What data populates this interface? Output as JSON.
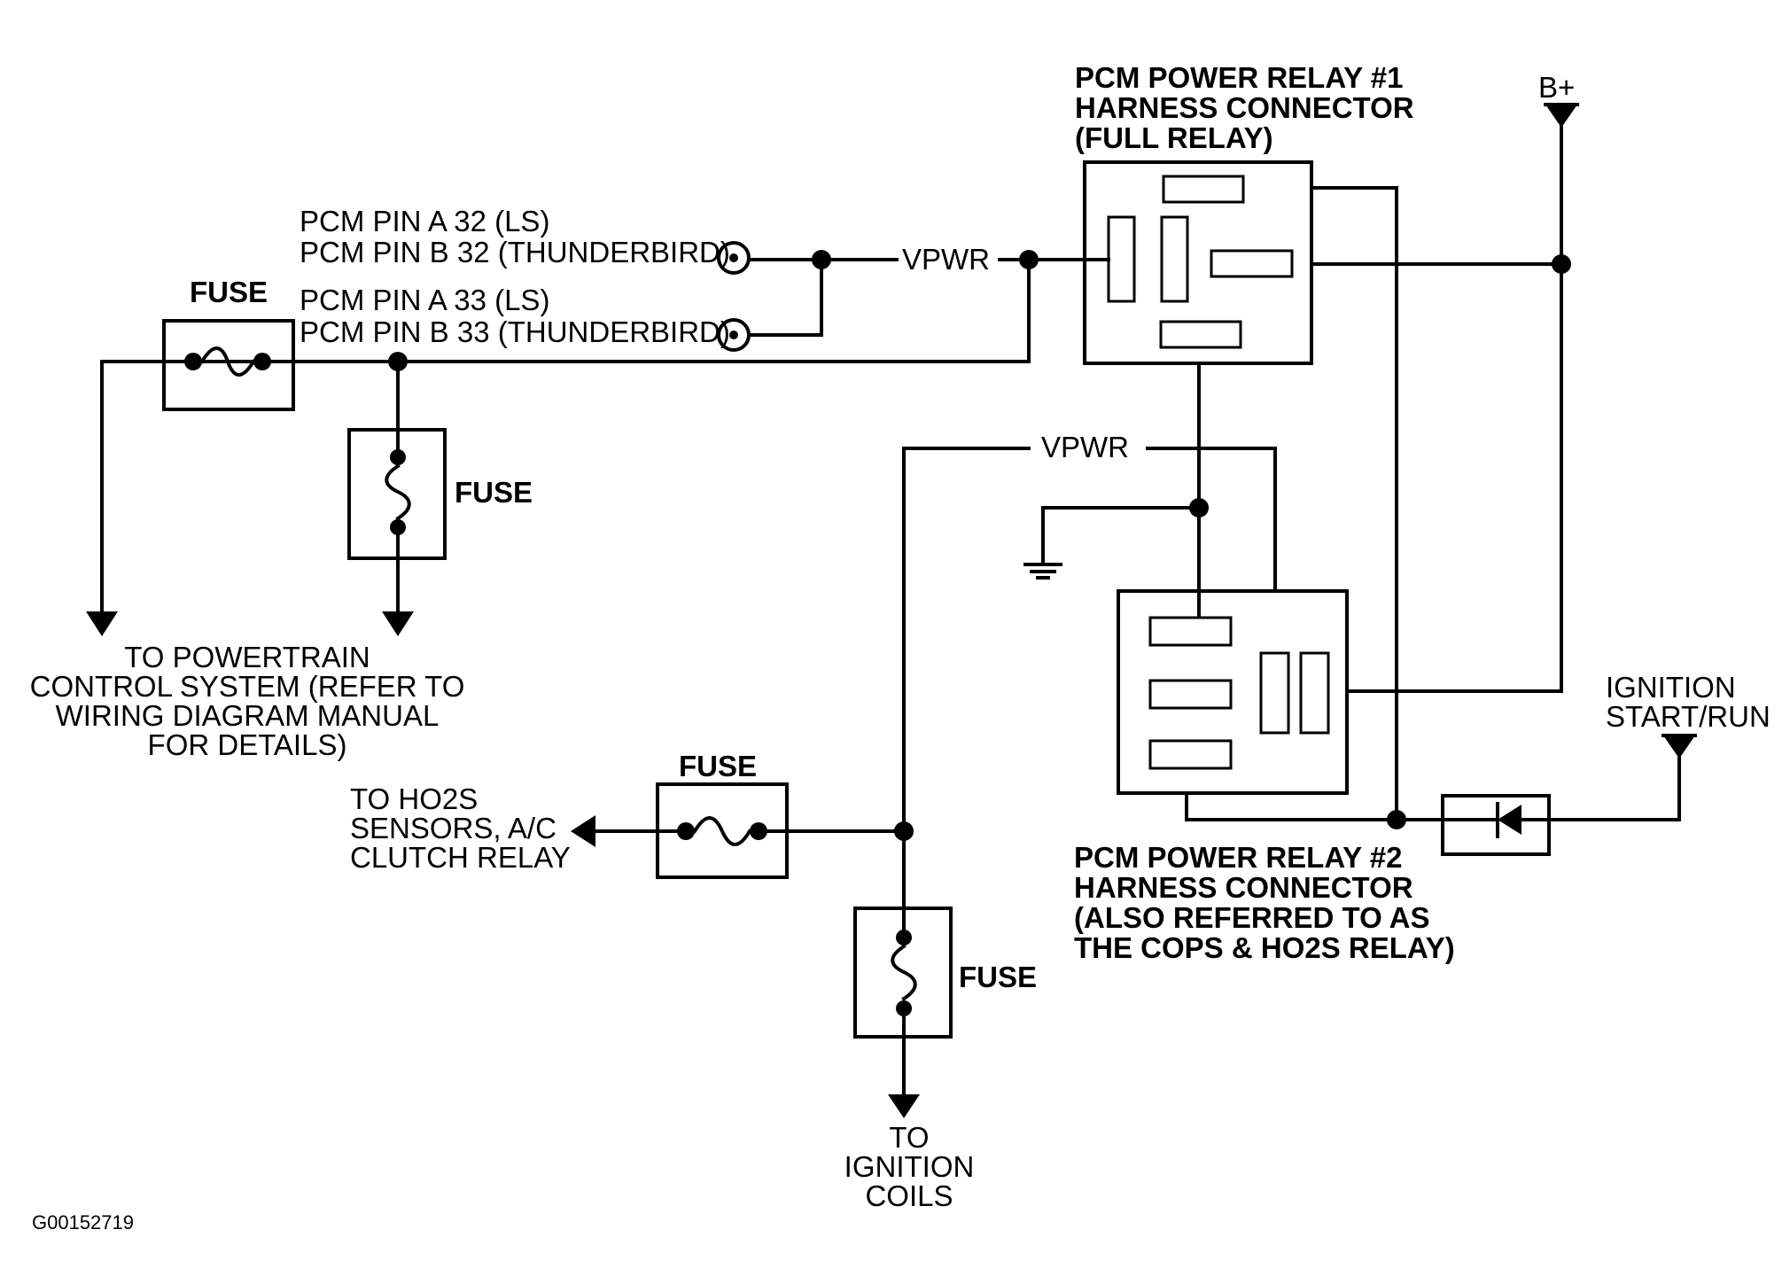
{
  "labels": {
    "relay1": [
      "PCM POWER RELAY #1",
      "HARNESS CONNECTOR",
      "(FULL RELAY)"
    ],
    "relay2": [
      "PCM POWER RELAY #2",
      "HARNESS CONNECTOR",
      "(ALSO REFERRED TO AS",
      "THE COPS & HO2S RELAY)"
    ],
    "pin32": [
      "PCM PIN A 32 (LS)",
      "PCM PIN B 32 (THUNDERBIRD)"
    ],
    "pin33": [
      "PCM PIN A 33 (LS)",
      "PCM PIN B 33 (THUNDERBIRD)"
    ],
    "vpwr_top": "VPWR",
    "vpwr_mid": "VPWR",
    "bplus": "B+",
    "ignition": [
      "IGNITION",
      "START/RUN"
    ],
    "fuse": "FUSE",
    "powertrain": [
      "TO POWERTRAIN",
      "CONTROL SYSTEM (REFER TO",
      "WIRING DIAGRAM MANUAL",
      "FOR DETAILS)"
    ],
    "ho2s": [
      "TO HO2S",
      "SENSORS, A/C",
      "CLUTCH RELAY"
    ],
    "coils": [
      "TO",
      "IGNITION",
      "COILS"
    ],
    "figure_id": "G00152719"
  }
}
